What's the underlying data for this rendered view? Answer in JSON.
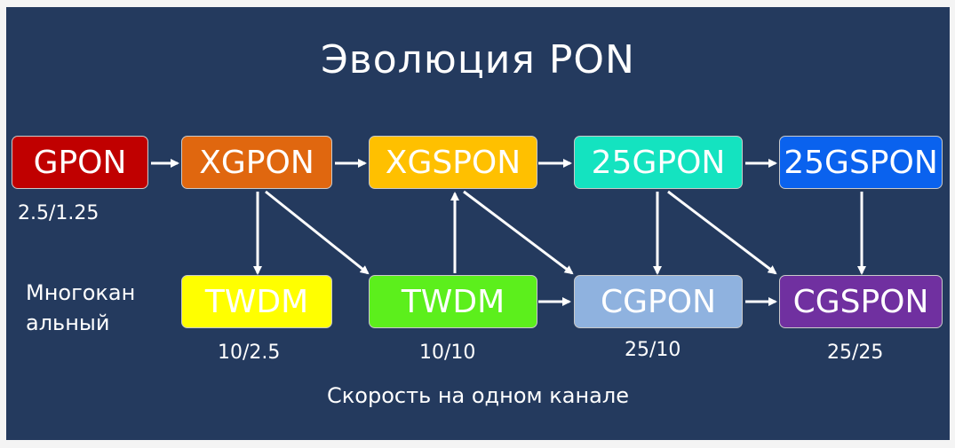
{
  "title": "Эволюция PON",
  "nodes": {
    "gpon": {
      "label": "GPON",
      "color": "#c00000"
    },
    "xgpon": {
      "label": "XGPON",
      "color": "#e0670f"
    },
    "xgspon": {
      "label": "XGSPON",
      "color": "#ffc000"
    },
    "p25gpon": {
      "label": "25GPON",
      "color": "#14e3c0"
    },
    "p25gspon": {
      "label": "25GSPON",
      "color": "#0a62ee"
    },
    "twdm1": {
      "label": "TWDM",
      "color": "#ffff00"
    },
    "twdm2": {
      "label": "TWDM",
      "color": "#5cef1c"
    },
    "cgpon": {
      "label": "CGPON",
      "color": "#8fb2df"
    },
    "cgspon": {
      "label": "CGSPON",
      "color": "#7030a0"
    }
  },
  "speeds": {
    "gpon": "2.5/1.25",
    "twdm1": "10/2.5",
    "twdm2": "10/10",
    "cgpon": "25/10",
    "cgspon": "25/25"
  },
  "multichannel_line1": "Многокан",
  "multichannel_line2": "альный",
  "footer": "Скорость на одном канале"
}
